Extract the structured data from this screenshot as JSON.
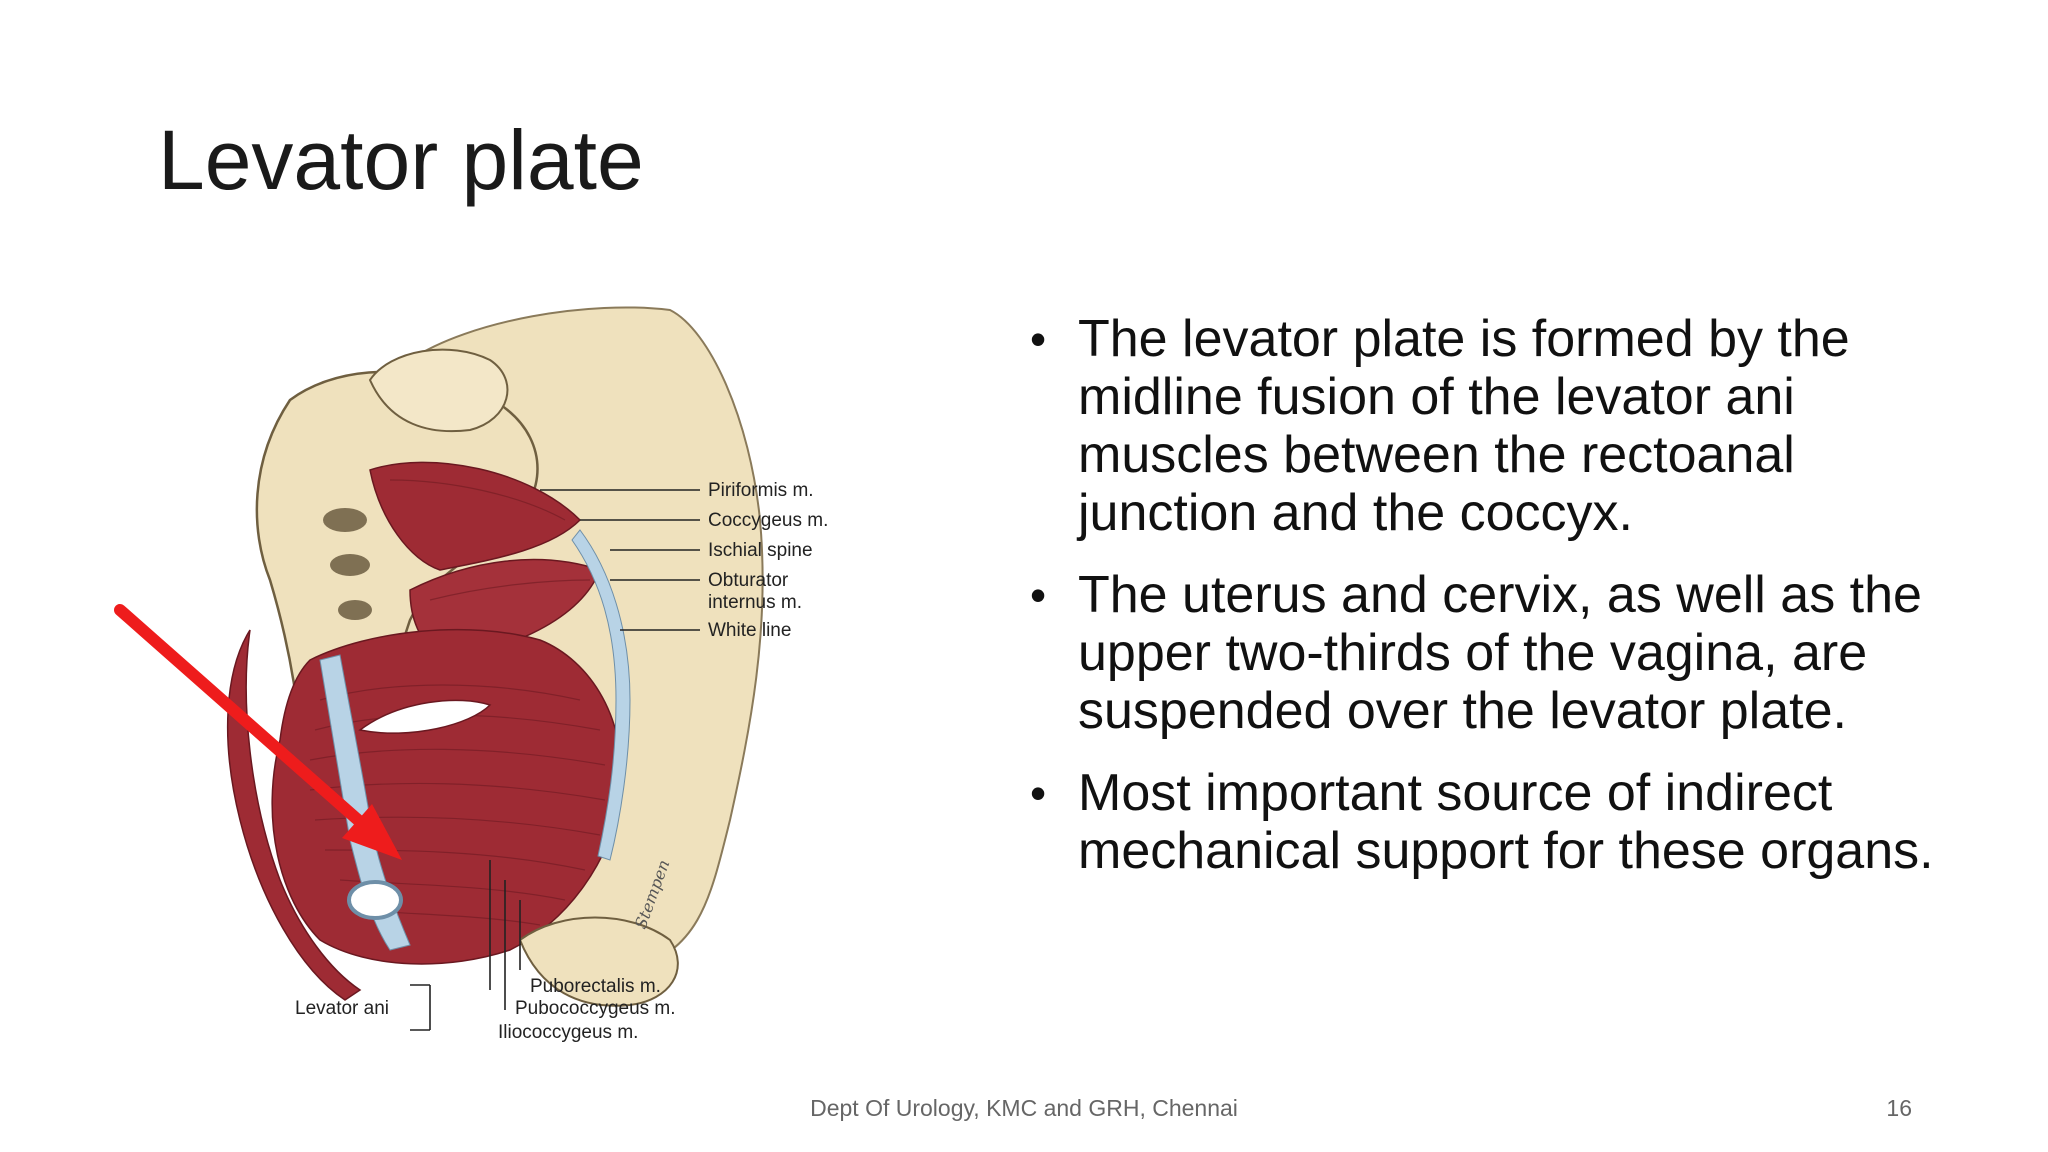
{
  "slide": {
    "title": "Levator plate",
    "bullets": [
      "The levator plate is formed by the midline fusion of the levator ani muscles between the rectoanal junction and the coccyx.",
      "The uterus and cervix, as well as the upper two-thirds of the vagina, are suspended over the levator plate.",
      "Most important source of indirect mechanical support for these organs."
    ],
    "bullet_glyph": "•",
    "footer": "Dept Of Urology, KMC and GRH, Chennai",
    "page_number": "16"
  },
  "figure": {
    "labels": {
      "piriformis": "Piriformis m.",
      "coccygeus": "Coccygeus m.",
      "ischial_spine": "Ischial spine",
      "obturator_1": "Obturator",
      "obturator_2": "internus m.",
      "white_line": "White line",
      "puborectalis": "Puborectalis m.",
      "pubococcygeus": "Pubococcygeus m.",
      "iliococcygeus": "Iliococcygeus m.",
      "levator_ani": "Levator ani",
      "signature": "Stempen"
    },
    "colors": {
      "bone": "#efe1bd",
      "bone_shadow": "#d9c394",
      "muscle": "#9e2b34",
      "muscle_dark": "#7a1e27",
      "fascia": "#b8d3e6",
      "arrow": "#ee1c1c"
    }
  }
}
